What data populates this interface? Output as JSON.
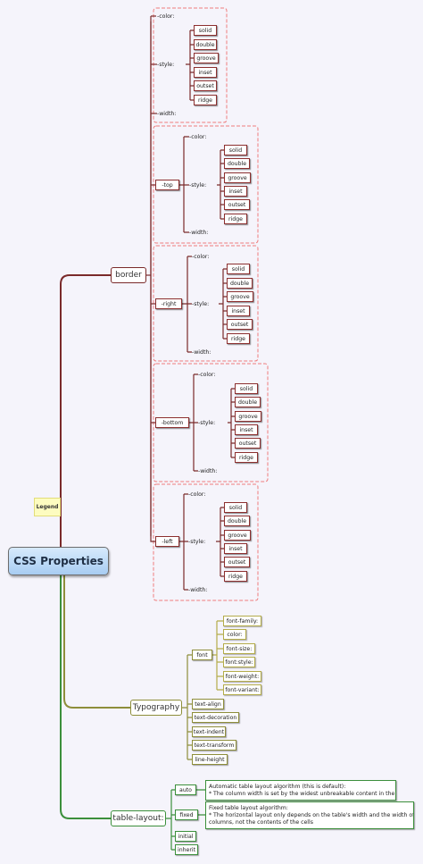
{
  "root": "CSS Properties",
  "legend": "Legend",
  "border": {
    "label": "border",
    "color": "-color:",
    "style": "-style:",
    "width": "-width:",
    "styles": [
      "solid",
      "double",
      "groove",
      "inset",
      "outset",
      "ridge"
    ],
    "sides": [
      "-top",
      "-right",
      "-bottom",
      "-left"
    ]
  },
  "typography": {
    "label": "Typography",
    "font": "font",
    "font_items": [
      "font-family:",
      "color:",
      "font-size:",
      "font:style:",
      "font-weight:",
      "font-variant:"
    ],
    "items": [
      "text-align",
      "text-decoration",
      "text-indent",
      "text-transform",
      "line-height"
    ]
  },
  "table_layout": {
    "label": "table-layout:",
    "options": [
      "auto",
      "fixed",
      "initial",
      "inherit"
    ],
    "auto_desc": [
      "Automatic table layout algorithm (this is default):",
      "* The column width is set by the widest unbreakable content in the cells"
    ],
    "fixed_desc": [
      "Fixed table layout algorithm:",
      "* The horizontal layout only depends on the table's width and the width of the",
      "columns, not the contents of the cells"
    ]
  },
  "colors": {
    "border_branch": "#7a2a2a",
    "typography_branch": "#8e8e3a",
    "table_branch": "#3b8f3b",
    "dashed_group": "#ee7d7d"
  }
}
